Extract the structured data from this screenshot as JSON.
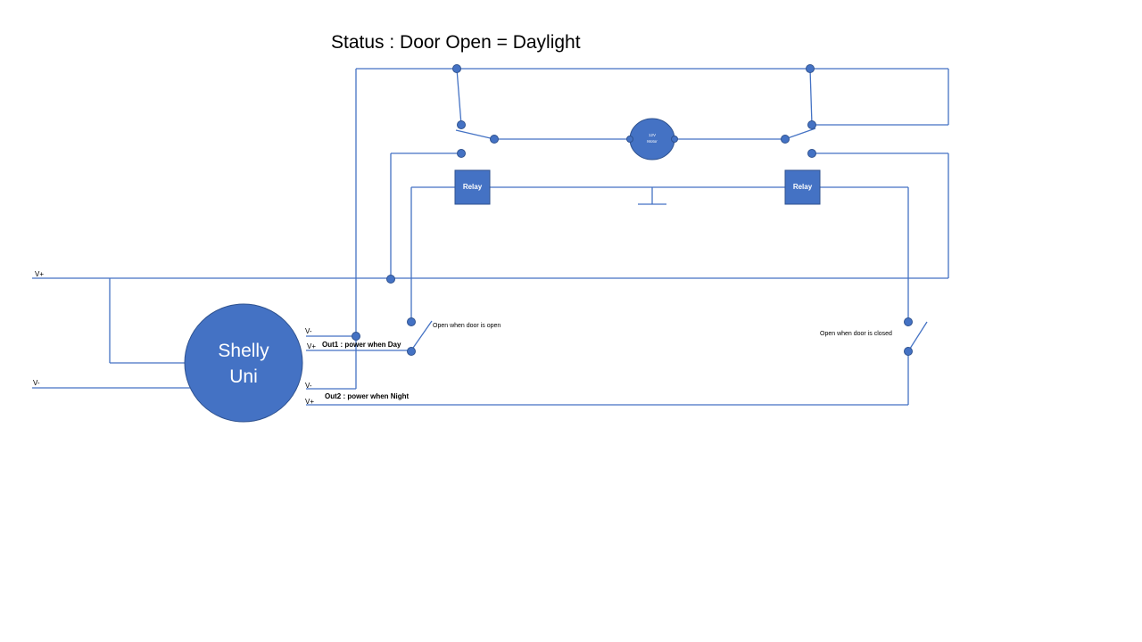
{
  "title": "Status : Door Open = Daylight",
  "controller": {
    "line1": "Shelly",
    "line2": "Uni"
  },
  "motor": {
    "line1": "12V",
    "line2": "Motor"
  },
  "relays": {
    "left": "Relay",
    "right": "Relay"
  },
  "supply": {
    "vplus": "V+",
    "vminus": "V-"
  },
  "outputs": {
    "out1_vminus": "V-",
    "out1_vplus": "V+",
    "out1_label": "Out1 : power when Day",
    "out2_vminus": "V-",
    "out2_vplus": "V+",
    "out2_label": "Out2 : power when Night"
  },
  "switches": {
    "door_open": "Open when door is open",
    "door_closed": "Open when door is closed"
  },
  "colors": {
    "wire": "#4472c4",
    "fill": "#4472c4",
    "outline": "#2f528f"
  }
}
